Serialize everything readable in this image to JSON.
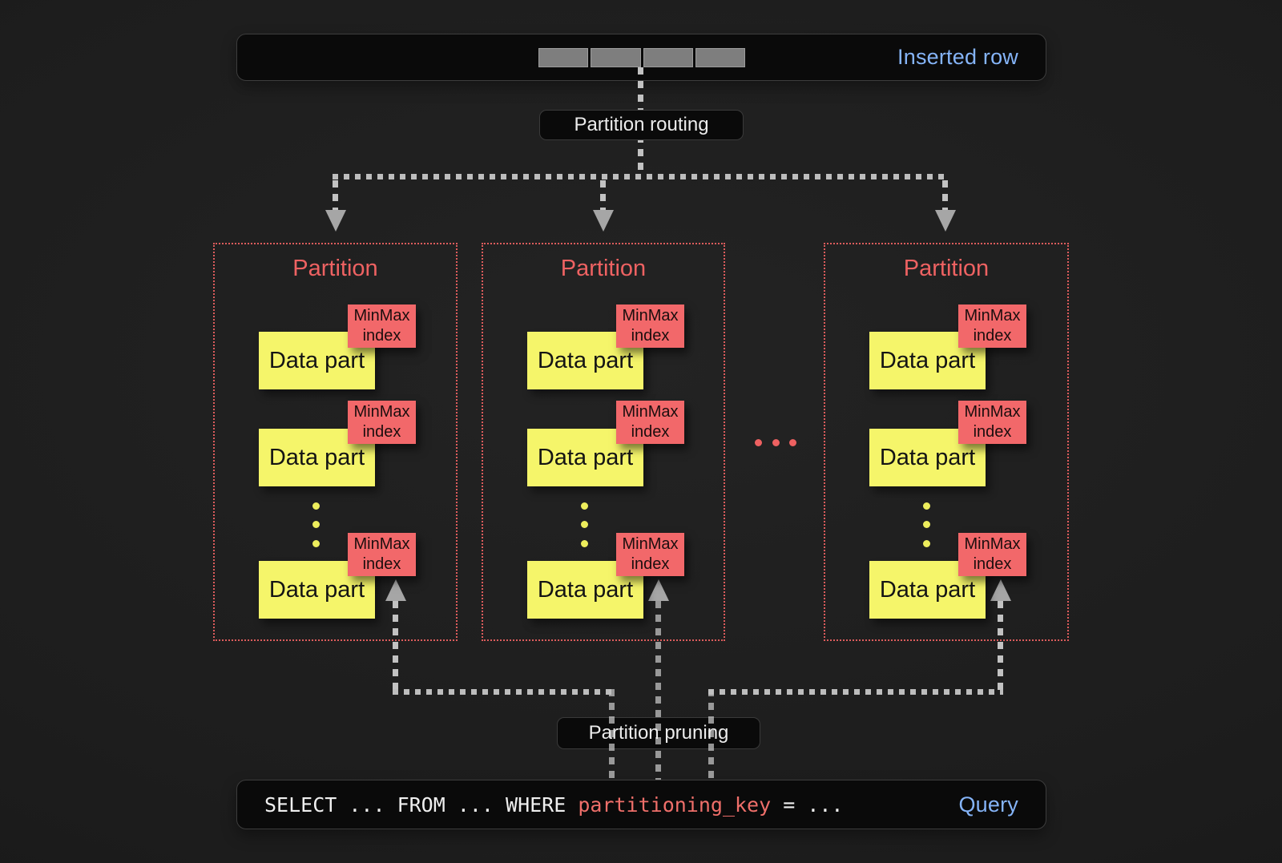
{
  "inserted_row": {
    "label": "Inserted row"
  },
  "routing_label": "Partition routing",
  "pruning_label": "Partition pruning",
  "partitions": [
    {
      "title": "Partition",
      "parts": [
        {
          "label": "Data part",
          "index": "MinMax\nindex"
        },
        {
          "label": "Data part",
          "index": "MinMax\nindex"
        },
        {
          "label": "Data part",
          "index": "MinMax\nindex"
        }
      ]
    },
    {
      "title": "Partition",
      "parts": [
        {
          "label": "Data part",
          "index": "MinMax\nindex"
        },
        {
          "label": "Data part",
          "index": "MinMax\nindex"
        },
        {
          "label": "Data part",
          "index": "MinMax\nindex"
        }
      ]
    },
    {
      "title": "Partition",
      "parts": [
        {
          "label": "Data part",
          "index": "MinMax\nindex"
        },
        {
          "label": "Data part",
          "index": "MinMax\nindex"
        },
        {
          "label": "Data part",
          "index": "MinMax\nindex"
        }
      ]
    }
  ],
  "query": {
    "sql_prefix": "SELECT ... FROM ... WHERE ",
    "sql_key": "partitioning_key",
    "sql_suffix": " = ...",
    "label": "Query"
  },
  "colors": {
    "accent_blue": "#85b4f8",
    "accent_red": "#ee6262",
    "part_yellow": "#f5f56a",
    "index_red": "#f2686a",
    "arrow_gray": "#bdbdbd",
    "panel_black": "#0a0a0a"
  }
}
